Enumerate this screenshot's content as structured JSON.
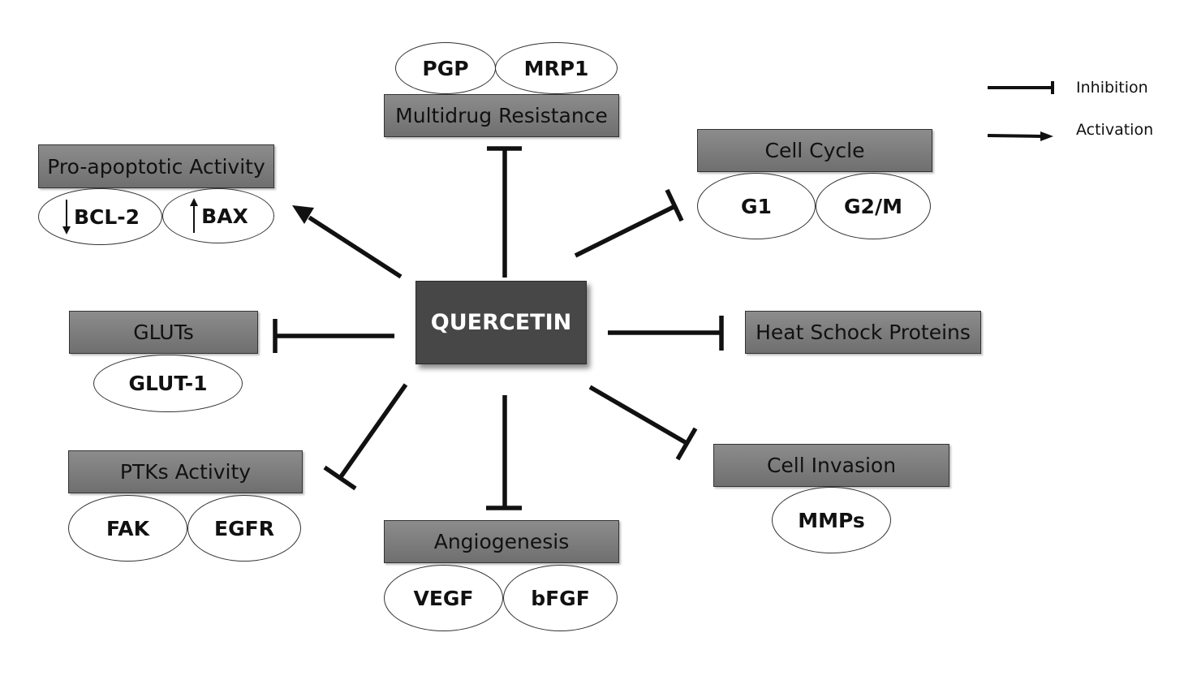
{
  "center": {
    "label": "QUERCETIN"
  },
  "legend": {
    "inhibition": "Inhibition",
    "activation": "Activation"
  },
  "groups": {
    "multidrug": {
      "title": "Multidrug Resistance",
      "items": [
        "PGP",
        "MRP1"
      ]
    },
    "apoptosis": {
      "title": "Pro-apoptotic Activity",
      "items": [
        "BCL-2",
        "BAX"
      ]
    },
    "cell_cycle": {
      "title": "Cell Cycle",
      "items": [
        "G1",
        "G2/M"
      ]
    },
    "gluts": {
      "title": "GLUTs",
      "items": [
        "GLUT-1"
      ]
    },
    "heat_shock": {
      "title": "Heat Schock Proteins"
    },
    "ptks": {
      "title": "PTKs Activity",
      "items": [
        "FAK",
        "EGFR"
      ]
    },
    "angiogenesis": {
      "title": "Angiogenesis",
      "items": [
        "VEGF",
        "bFGF"
      ]
    },
    "cell_invasion": {
      "title": "Cell Invasion",
      "items": [
        "MMPs"
      ]
    }
  },
  "edges": [
    {
      "from": "QUERCETIN",
      "to": "Multidrug Resistance",
      "type": "inhibition"
    },
    {
      "from": "QUERCETIN",
      "to": "Pro-apoptotic Activity",
      "type": "activation"
    },
    {
      "from": "QUERCETIN",
      "to": "Cell Cycle",
      "type": "inhibition"
    },
    {
      "from": "QUERCETIN",
      "to": "GLUTs",
      "type": "inhibition"
    },
    {
      "from": "QUERCETIN",
      "to": "Heat Schock Proteins",
      "type": "inhibition"
    },
    {
      "from": "QUERCETIN",
      "to": "PTKs Activity",
      "type": "inhibition"
    },
    {
      "from": "QUERCETIN",
      "to": "Angiogenesis",
      "type": "inhibition"
    },
    {
      "from": "QUERCETIN",
      "to": "Cell Invasion",
      "type": "inhibition"
    }
  ],
  "colors": {
    "box": "#7c7c7c",
    "center": "#474747",
    "line": "#111111"
  }
}
